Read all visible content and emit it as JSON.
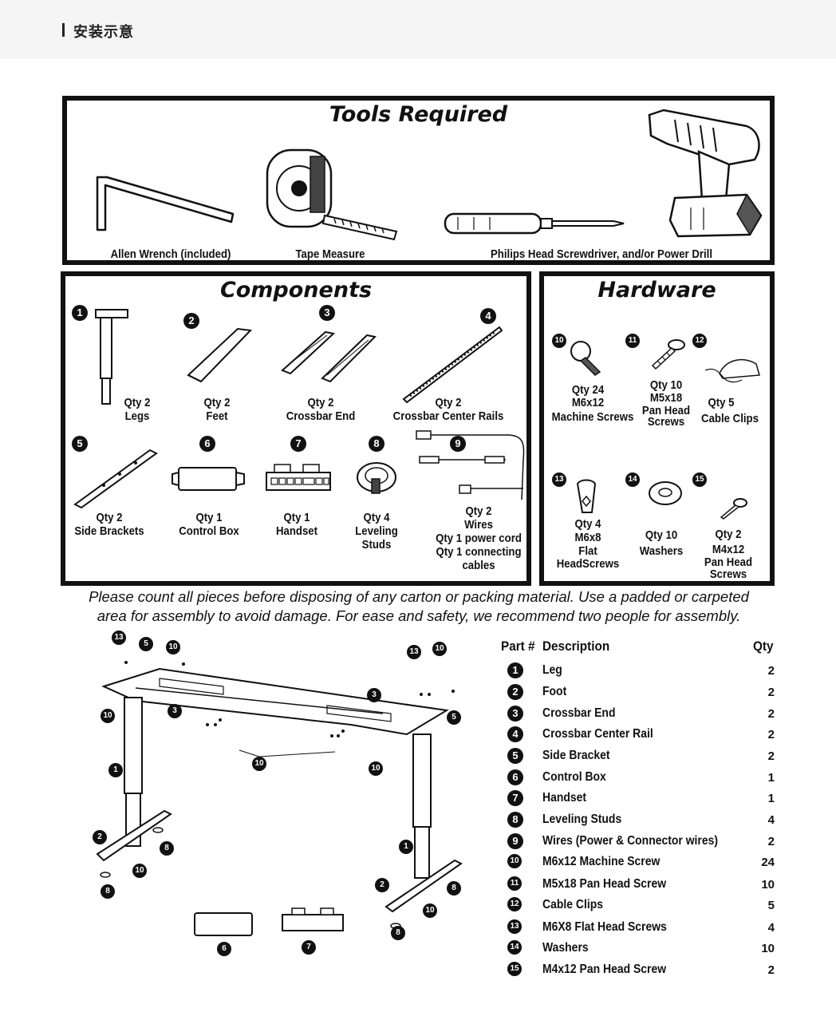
{
  "header": {
    "title": "安装示意"
  },
  "tools": {
    "title": "Tools Required",
    "items": [
      {
        "label": "Allen Wrench (included)",
        "icon": "allen-wrench-icon"
      },
      {
        "label": "Tape Measure",
        "icon": "tape-measure-icon"
      },
      {
        "label": "Philips Head Screwdriver, and/or Power Drill",
        "icon": "screwdriver-drill-icon"
      }
    ]
  },
  "components": {
    "title": "Components",
    "items": [
      {
        "num": "1",
        "qty": "Qty 2",
        "name": "Legs"
      },
      {
        "num": "2",
        "qty": "Qty 2",
        "name": "Feet"
      },
      {
        "num": "3",
        "qty": "Qty 2",
        "name": "Crossbar End"
      },
      {
        "num": "4",
        "qty": "Qty 2",
        "name": "Crossbar Center Rails"
      },
      {
        "num": "5",
        "qty": "Qty 2",
        "name": "Side Brackets"
      },
      {
        "num": "6",
        "qty": "Qty 1",
        "name": "Control Box"
      },
      {
        "num": "7",
        "qty": "Qty 1",
        "name": "Handset"
      },
      {
        "num": "8",
        "qty": "Qty 4",
        "name": "Leveling Studs"
      },
      {
        "num": "9",
        "qty": "Qty 2",
        "name": "Wires",
        "extra1": "Qty 1 power cord",
        "extra2": "Qty 1 connecting",
        "extra3": "cables"
      }
    ]
  },
  "hardware": {
    "title": "Hardware",
    "items": [
      {
        "num": "10",
        "qty": "Qty 24",
        "name1": "M6x12",
        "name2": "Machine Screws"
      },
      {
        "num": "11",
        "qty": "Qty 10",
        "name1": "M5x18",
        "name2": "Pan Head",
        "name3": "Screws"
      },
      {
        "num": "12",
        "qty": "Qty 5",
        "name1": "Cable Clips"
      },
      {
        "num": "13",
        "qty": "Qty 4",
        "name1": "M6x8",
        "name2": "Flat",
        "name3": "HeadScrews"
      },
      {
        "num": "14",
        "qty": "Qty 10",
        "name1": "Washers"
      },
      {
        "num": "15",
        "qty": "Qty 2",
        "name1": "M4x12",
        "name2": "Pan Head",
        "name3": "Screws"
      }
    ]
  },
  "note": {
    "line1": "Please count all pieces before disposing of any carton or packing material. Use a padded or carpeted",
    "line2": "area for assembly to avoid damage. For ease and safety, we recommend two people for assembly."
  },
  "diagram_callouts": [
    "13",
    "5",
    "10",
    "3",
    "10",
    "1",
    "10",
    "10",
    "2",
    "8",
    "10",
    "8",
    "13",
    "10",
    "3",
    "5",
    "1",
    "2",
    "8",
    "10",
    "8",
    "6",
    "7"
  ],
  "parts_list": {
    "headers": {
      "part": "Part #",
      "description": "Description",
      "qty": "Qty"
    },
    "rows": [
      {
        "num": "1",
        "description": "Leg",
        "qty": "2"
      },
      {
        "num": "2",
        "description": "Foot",
        "qty": "2"
      },
      {
        "num": "3",
        "description": "Crossbar End",
        "qty": "2"
      },
      {
        "num": "4",
        "description": "Crossbar Center Rail",
        "qty": "2"
      },
      {
        "num": "5",
        "description": "Side Bracket",
        "qty": "2"
      },
      {
        "num": "6",
        "description": "Control Box",
        "qty": "1"
      },
      {
        "num": "7",
        "description": "Handset",
        "qty": "1"
      },
      {
        "num": "8",
        "description": "Leveling Studs",
        "qty": "4"
      },
      {
        "num": "9",
        "description": "Wires (Power & Connector wires)",
        "qty": "2"
      },
      {
        "num": "10",
        "description": "M6x12 Machine Screw",
        "qty": "24"
      },
      {
        "num": "11",
        "description": "M5x18 Pan Head Screw",
        "qty": "10"
      },
      {
        "num": "12",
        "description": "Cable Clips",
        "qty": "5"
      },
      {
        "num": "13",
        "description": "M6X8 Flat Head Screws",
        "qty": "4"
      },
      {
        "num": "14",
        "description": "Washers",
        "qty": "10"
      },
      {
        "num": "15",
        "description": "M4x12 Pan Head Screw",
        "qty": "2"
      }
    ]
  }
}
